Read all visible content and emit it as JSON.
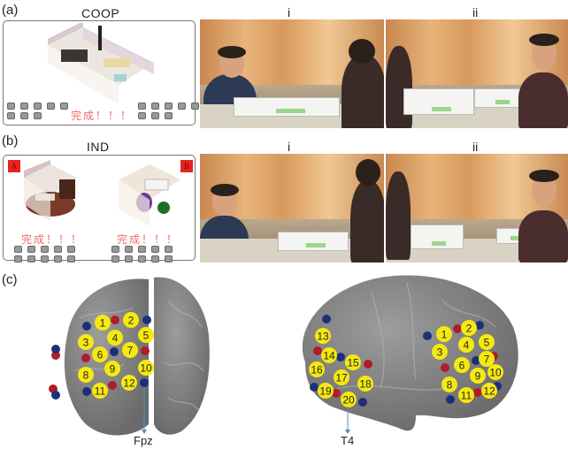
{
  "panels": {
    "a": {
      "label": "(a)",
      "condition": "COOP",
      "game_text": "完成！！！",
      "photo_labels": [
        "i",
        "ii"
      ]
    },
    "b": {
      "label": "(b)",
      "condition": "IND",
      "game_text_left": "完成！！！",
      "game_text_right": "完成！！！",
      "room_badges": [
        "A",
        "B"
      ],
      "photo_labels": [
        "i",
        "ii"
      ]
    },
    "c": {
      "label": "(c)",
      "left_reference": "Fpz",
      "right_reference": "T4"
    }
  },
  "channels": {
    "frontal_view": [
      "1",
      "2",
      "3",
      "4",
      "5",
      "6",
      "7",
      "8",
      "9",
      "10",
      "11",
      "12"
    ],
    "lateral_view": [
      "1",
      "2",
      "3",
      "4",
      "5",
      "6",
      "7",
      "8",
      "9",
      "10",
      "11",
      "12",
      "13",
      "14",
      "15",
      "16",
      "17",
      "18",
      "19",
      "20"
    ]
  },
  "colors": {
    "channel": "#f5e90f",
    "emitter": "#b01c2a",
    "detector": "#1d2f7a",
    "brain": "#8a8a8a",
    "reference_arrow": "#4a90c8"
  }
}
